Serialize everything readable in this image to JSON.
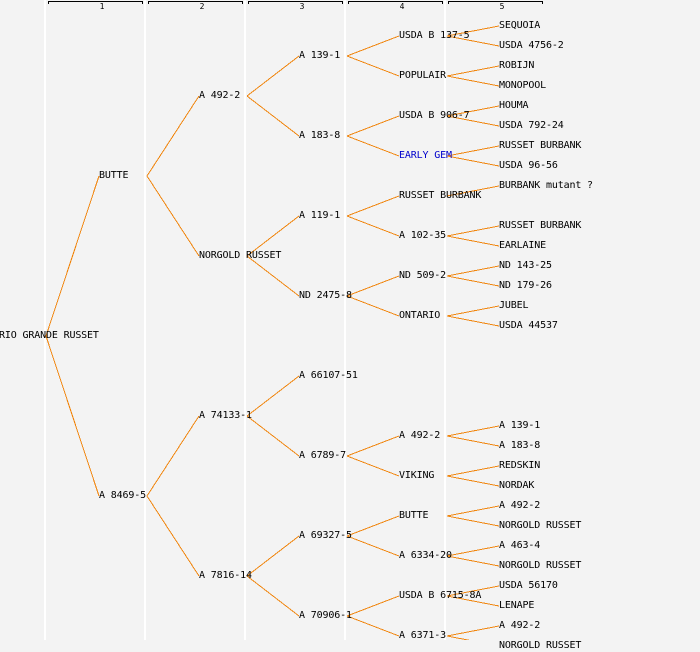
{
  "colors": {
    "edge": "#f0860f",
    "highlight": "#0000cc",
    "text": "#000000",
    "background": "#f3f3f3"
  },
  "generations": [
    "1",
    "2",
    "3",
    "4",
    "5"
  ],
  "pedigree": {
    "name": "RIO GRANDE RUSSET",
    "parents": [
      {
        "name": "BUTTE",
        "parents": [
          {
            "name": "A 492-2",
            "parents": [
              {
                "name": "A 139-1",
                "parents": [
                  {
                    "name": "USDA B 137-5",
                    "parents": [
                      {
                        "name": "SEQUOIA"
                      },
                      {
                        "name": "USDA 4756-2"
                      }
                    ]
                  },
                  {
                    "name": "POPULAIR",
                    "parents": [
                      {
                        "name": "ROBIJN"
                      },
                      {
                        "name": "MONOPOOL"
                      }
                    ]
                  }
                ]
              },
              {
                "name": "A 183-8",
                "parents": [
                  {
                    "name": "USDA B 906-7",
                    "parents": [
                      {
                        "name": "HOUMA"
                      },
                      {
                        "name": "USDA 792-24"
                      }
                    ]
                  },
                  {
                    "name": "EARLY GEM",
                    "highlight": true,
                    "parents": [
                      {
                        "name": "RUSSET BURBANK"
                      },
                      {
                        "name": "USDA 96-56"
                      }
                    ]
                  }
                ]
              }
            ]
          },
          {
            "name": "NORGOLD RUSSET",
            "parents": [
              {
                "name": "A 119-1",
                "parents": [
                  {
                    "name": "RUSSET BURBANK",
                    "parents": [
                      {
                        "name": "BURBANK mutant ?"
                      }
                    ]
                  },
                  {
                    "name": "A 102-35",
                    "parents": [
                      {
                        "name": "RUSSET BURBANK"
                      },
                      {
                        "name": "EARLAINE"
                      }
                    ]
                  }
                ]
              },
              {
                "name": "ND 2475-8",
                "parents": [
                  {
                    "name": "ND 509-2",
                    "parents": [
                      {
                        "name": "ND 143-25"
                      },
                      {
                        "name": "ND 179-26"
                      }
                    ]
                  },
                  {
                    "name": "ONTARIO",
                    "parents": [
                      {
                        "name": "JUBEL"
                      },
                      {
                        "name": "USDA 44537"
                      }
                    ]
                  }
                ]
              }
            ]
          }
        ]
      },
      {
        "name": "A 8469-5",
        "parents": [
          {
            "name": "A 74133-1",
            "parents": [
              {
                "name": "A 66107-51"
              },
              {
                "name": "A 6789-7",
                "parents": [
                  {
                    "name": "A 492-2",
                    "parents": [
                      {
                        "name": "A 139-1"
                      },
                      {
                        "name": "A 183-8"
                      }
                    ]
                  },
                  {
                    "name": "VIKING",
                    "parents": [
                      {
                        "name": "REDSKIN"
                      },
                      {
                        "name": "NORDAK"
                      }
                    ]
                  }
                ]
              }
            ]
          },
          {
            "name": "A 7816-14",
            "parents": [
              {
                "name": "A 69327-5",
                "parents": [
                  {
                    "name": "BUTTE",
                    "parents": [
                      {
                        "name": "A 492-2"
                      },
                      {
                        "name": "NORGOLD RUSSET"
                      }
                    ]
                  },
                  {
                    "name": "A 6334-20",
                    "parents": [
                      {
                        "name": "A 463-4"
                      },
                      {
                        "name": "NORGOLD RUSSET"
                      }
                    ]
                  }
                ]
              },
              {
                "name": "A 70906-1",
                "parents": [
                  {
                    "name": "USDA B 6715-8A",
                    "parents": [
                      {
                        "name": "USDA 56170"
                      },
                      {
                        "name": "LENAPE"
                      }
                    ]
                  },
                  {
                    "name": "A 6371-3",
                    "parents": [
                      {
                        "name": "A 492-2"
                      },
                      {
                        "name": "NORGOLD RUSSET"
                      }
                    ]
                  }
                ]
              }
            ]
          }
        ]
      }
    ]
  }
}
